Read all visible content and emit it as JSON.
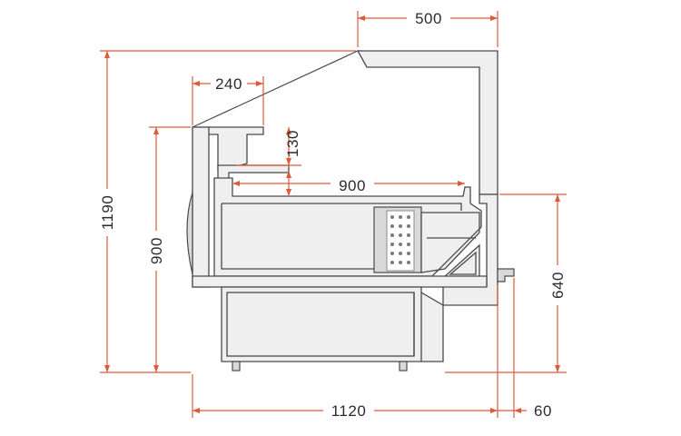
{
  "dimensions": {
    "top_depth": "500",
    "shelf_depth": "240",
    "shelf_height": "130",
    "inner_depth": "900",
    "total_height": "1190",
    "counter_height": "900",
    "work_height": "640",
    "base_depth": "1120",
    "rear_offset": "60"
  },
  "colors": {
    "dimension_line": "#e0593a",
    "outline": "#4a4a4a",
    "body_fill": "#efefef",
    "text": "#2b2b2b"
  }
}
